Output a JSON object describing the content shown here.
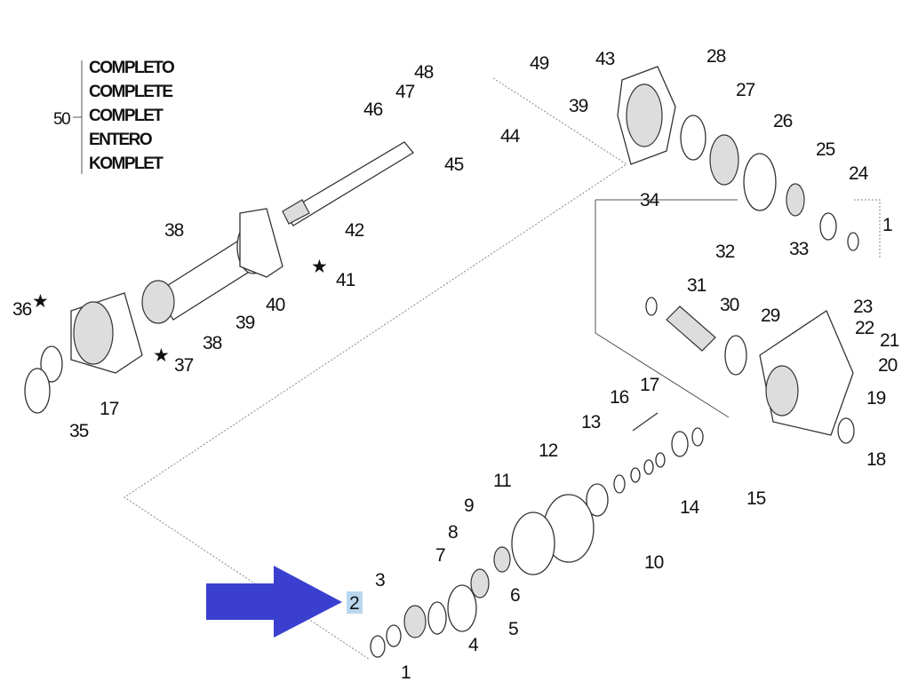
{
  "legend": {
    "number": "50",
    "items": [
      "COMPLETO",
      "COMPLETE",
      "COMPLET",
      "ENTERO",
      "KOMPLET"
    ]
  },
  "callouts": [
    "49",
    "48",
    "47",
    "46",
    "44",
    "45",
    "43",
    "28",
    "39",
    "27",
    "26",
    "25",
    "24",
    "34",
    "1",
    "32",
    "33",
    "38",
    "42",
    "41",
    "40",
    "39",
    "36",
    "38",
    "37",
    "31",
    "30",
    "29",
    "23",
    "22",
    "21",
    "20",
    "19",
    "17",
    "35",
    "16",
    "17",
    "13",
    "18",
    "12",
    "15",
    "14",
    "11",
    "9",
    "10",
    "8",
    "7",
    "6",
    "3",
    "2",
    "5",
    "4",
    "1"
  ],
  "highlighted_callout": "2",
  "star_symbol": "★",
  "colors": {
    "arrow": "#3b3fd0",
    "highlight": "#b9d7ee"
  }
}
